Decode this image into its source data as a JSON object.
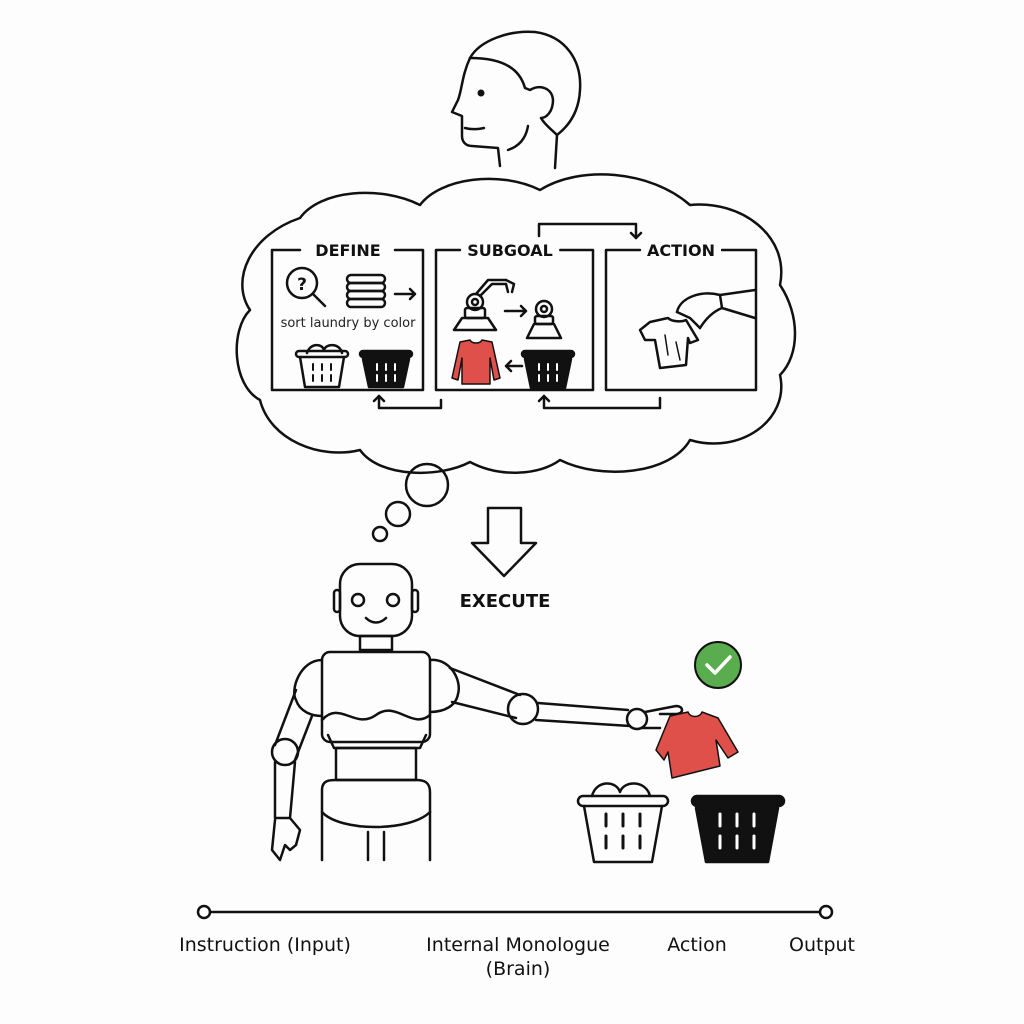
{
  "diagram": {
    "panels": [
      {
        "id": "define",
        "title": "DEFINE",
        "caption": "sort laundry by color"
      },
      {
        "id": "subgoal",
        "title": "SUBGOAL"
      },
      {
        "id": "action",
        "title": "ACTION"
      }
    ],
    "execute_label": "EXECUTE",
    "colors": {
      "stroke": "#111111",
      "shirt_red": "#e0504a",
      "check_green": "#5aad4e",
      "background": "#fdfdfd"
    },
    "timeline": [
      {
        "label": "Instruction (Input)"
      },
      {
        "label": "Internal Monologue\n(Brain)",
        "line1": "Internal Monologue",
        "line2": "(Brain)"
      },
      {
        "label": "Action"
      },
      {
        "label": "Output"
      }
    ],
    "icons": [
      "human-head-icon",
      "thought-cloud-icon",
      "magnifier-question-icon",
      "folded-clothes-icon",
      "white-basket-icon",
      "black-basket-icon",
      "robot-arm-icon",
      "red-shirt-icon",
      "robot-hand-shirt-icon",
      "down-arrow-icon",
      "robot-icon",
      "checkmark-icon"
    ]
  }
}
